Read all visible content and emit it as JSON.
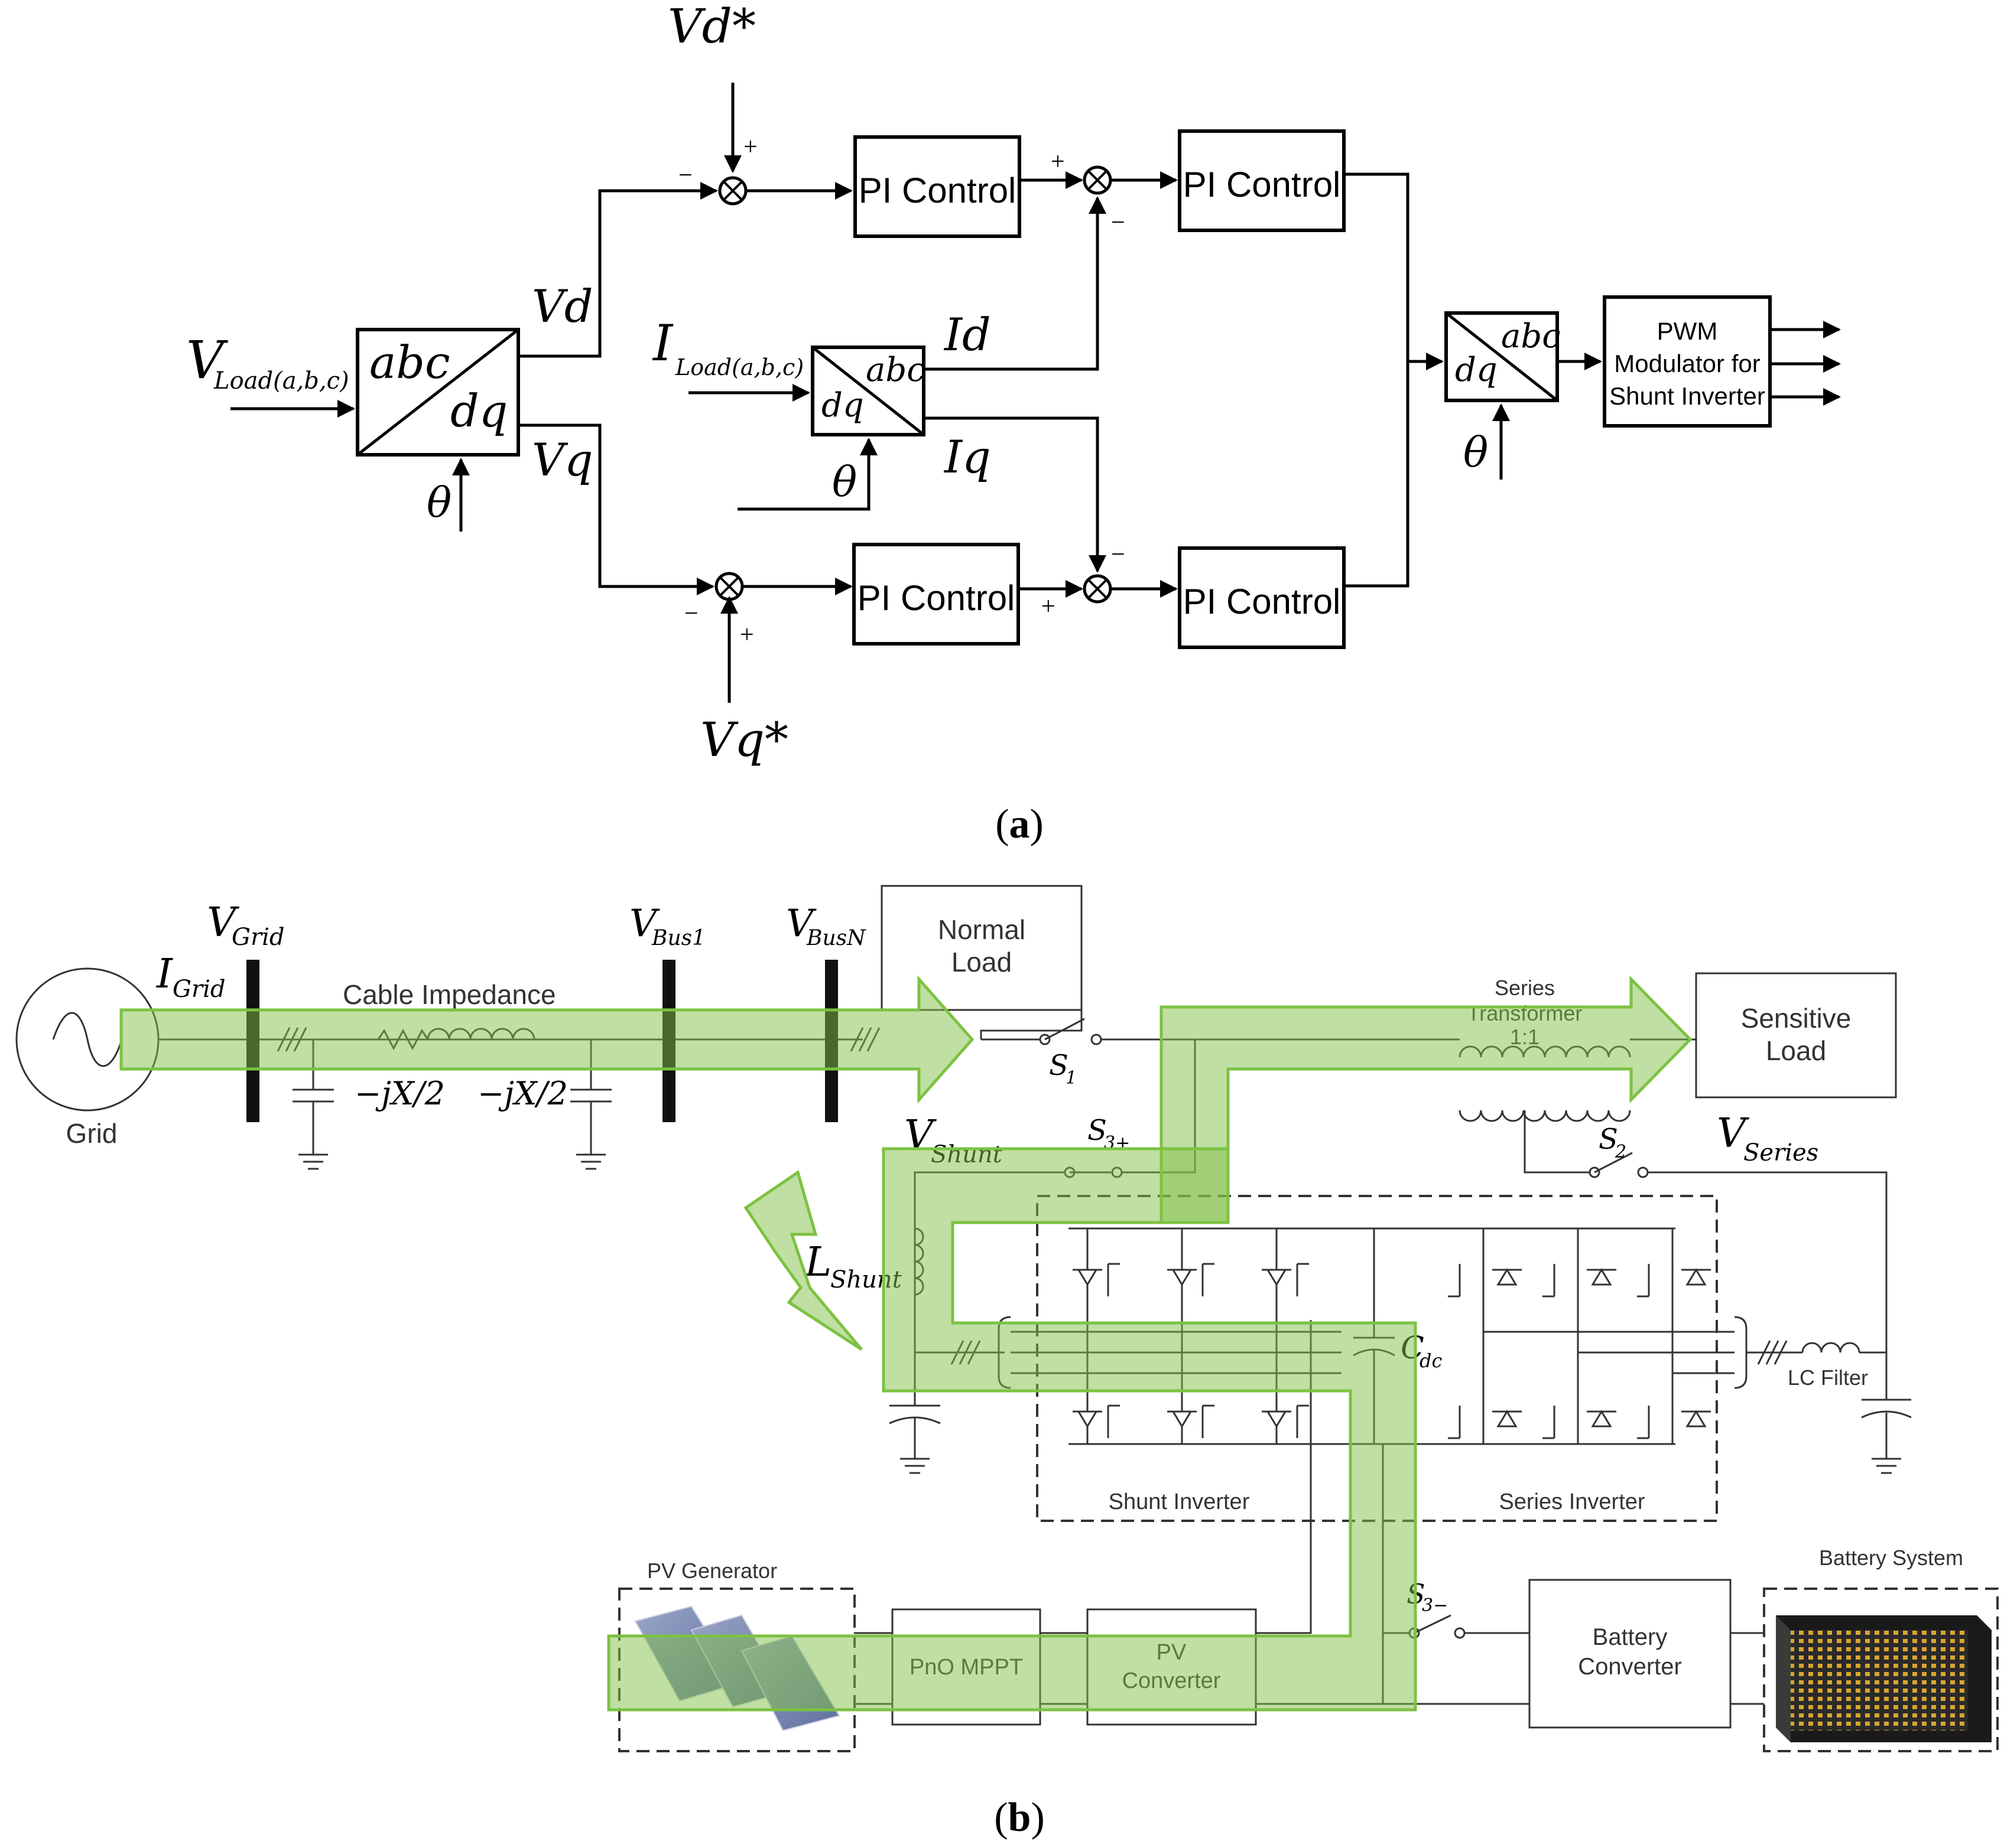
{
  "panel_a": {
    "caption": "(a)",
    "caption_letter": "a",
    "vd_ref": "Vd*",
    "vq_ref": "Vq*",
    "v_load_main": "V",
    "v_load_sub": "Load(a,b,c)",
    "i_load_main": "I",
    "i_load_sub": "Load(a,b,c)",
    "abc": "abc",
    "dq": "dq",
    "vd": "Vd",
    "vq": "Vq",
    "id": "Id",
    "iq": "Iq",
    "theta": "θ",
    "plus": "+",
    "minus": "−",
    "pi_control": "PI Control",
    "pwm_line1": "PWM",
    "pwm_line2": "Modulator for",
    "pwm_line3": "Shunt Inverter"
  },
  "panel_b": {
    "caption": "(b)",
    "caption_letter": "b",
    "grid": "Grid",
    "v_grid_main": "V",
    "v_grid_sub": "Grid",
    "i_grid_main": "I",
    "i_grid_sub": "Grid",
    "cable_impedance": "Cable Impedance",
    "cap_left": "−jX/2",
    "cap_right": "−jX/2",
    "v_bus1_main": "V",
    "v_bus1_sub": "Bus1",
    "v_busn_main": "V",
    "v_busn_sub": "BusN",
    "normal_load_1": "Normal",
    "normal_load_2": "Load",
    "s1_main": "S",
    "s1_sub": "1",
    "series_transformer_1": "Series",
    "series_transformer_2": "Transformer",
    "series_transformer_3": "1:1",
    "sensitive_load_1": "Sensitive",
    "sensitive_load_2": "Load",
    "s2_main": "S",
    "s2_sub": "2",
    "v_series_main": "V",
    "v_series_sub": "Series",
    "v_shunt_main": "V",
    "v_shunt_sub": "Shunt",
    "s3p_main": "S",
    "s3p_sub": "3+",
    "l_shunt_main": "L",
    "l_shunt_sub": "Shunt",
    "cdc_main": "C",
    "cdc_sub": "dc",
    "lc_filter": "LC Filter",
    "shunt_inverter": "Shunt Inverter",
    "series_inverter": "Series Inverter",
    "pv_generator": "PV Generator",
    "pno_mppt": "PnO MPPT",
    "pv_converter_1": "PV",
    "pv_converter_2": "Converter",
    "s3m_main": "S",
    "s3m_sub": "3−",
    "battery_converter_1": "Battery",
    "battery_converter_2": "Converter",
    "battery_system": "Battery System"
  },
  "colors": {
    "highlight_fill": "#a7d37f",
    "highlight_stroke": "#7cc242",
    "line": "#000000"
  }
}
